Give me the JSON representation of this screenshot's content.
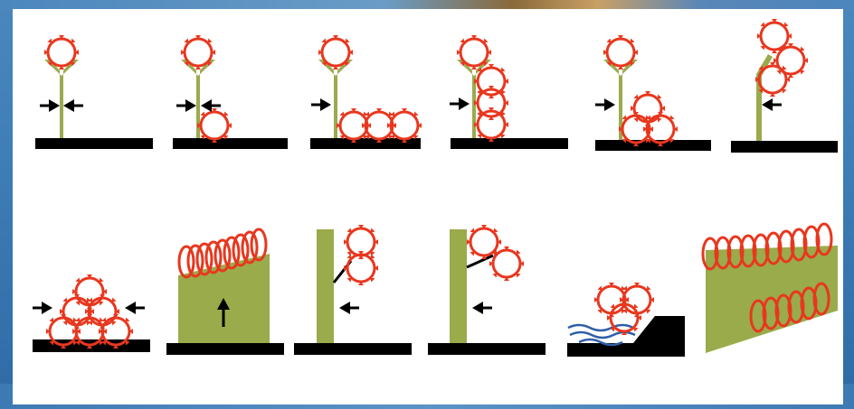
{
  "colors": {
    "background": "#3f7db7",
    "panel": "#ffffff",
    "wire_coil": "#e8371e",
    "fence_post": "#9aab4c",
    "ground": "#000000",
    "arrow": "#000000",
    "water": "#2f5fa8"
  },
  "icons": [
    "razor-wire-coil",
    "fence-post",
    "arrow-left",
    "arrow-right",
    "arrow-up",
    "ground-bar",
    "water-waves",
    "embankment"
  ]
}
